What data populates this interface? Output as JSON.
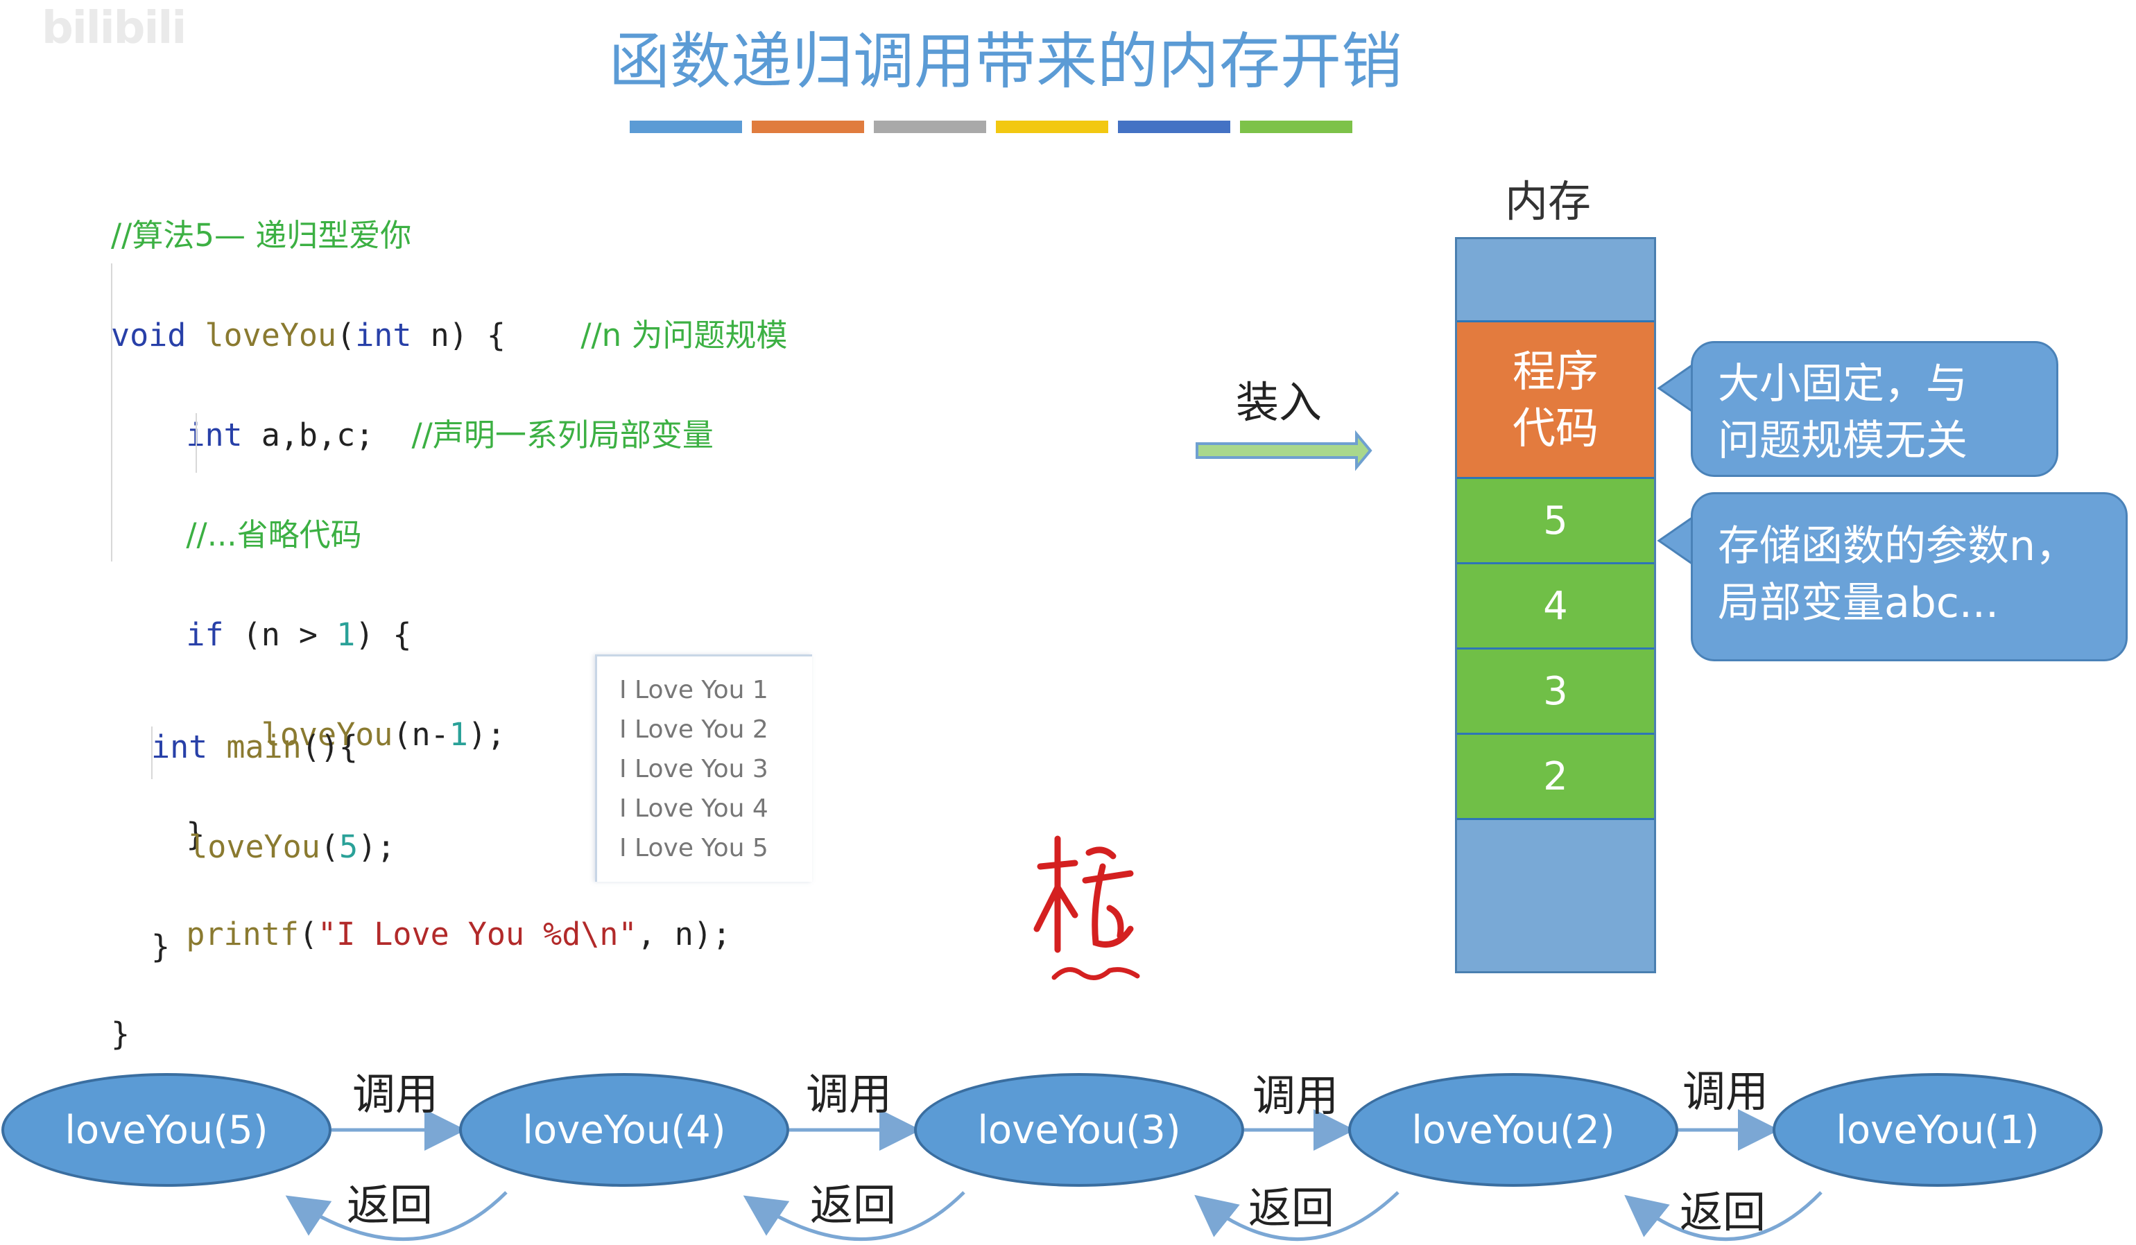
{
  "logo": "bilibili",
  "title": "函数递归调用带来的内存开销",
  "color_bar": [
    "#5b9bd5",
    "#e07c3e",
    "#a9a9a9",
    "#f2c811",
    "#4472c4",
    "#7dc249"
  ],
  "code": {
    "l1": "//算法5— 递归型爱你",
    "l2_kw": "void",
    "l2_fn": "loveYou",
    "l2_p1": "(",
    "l2_kw2": "int",
    "l2_p2": " n) {",
    "l2_cmt": "//n 为问题规模",
    "l3_kw": "int",
    "l3_txt": " a,b,c;",
    "l3_cmt": "//声明一系列局部变量",
    "l4": "//...省略代码",
    "l5_kw": "if",
    "l5_a": " (n > ",
    "l5_num": "1",
    "l5_b": ") {",
    "l6_fn": "loveYou",
    "l6_a": "(n-",
    "l6_num": "1",
    "l6_b": ");",
    "l7": "}",
    "l8_fn": "printf",
    "l8_a": "(",
    "l8_str": "\"I Love You %d\\n\"",
    "l8_b": ", n);",
    "l9": "}"
  },
  "main_code": {
    "m1_kw": "int",
    "m1_fn": " main",
    "m1_b": "(){",
    "m2_fn": "loveYou",
    "m2_a": "(",
    "m2_num": "5",
    "m2_b": ");",
    "m3": "}"
  },
  "output_lines": [
    "I Love You 1",
    "I Love You 2",
    "I Love You 3",
    "I Love You 4",
    "I Love You 5"
  ],
  "load_label": "装入",
  "memory": {
    "label": "内存",
    "cells": {
      "program_line1": "程序",
      "program_line2": "代码",
      "f5": "5",
      "f4": "4",
      "f3": "3",
      "f2": "2"
    },
    "callout_fixed": "大小固定，与问题规模无关",
    "callout_fixed_l1": "大小固定，与",
    "callout_fixed_l2": "问题规模无关",
    "callout_params_l1": "存储函数的参数n，",
    "callout_params_l2": "局部变量abc..."
  },
  "annotation": "栈",
  "call_chain": {
    "nodes": [
      "loveYou(5)",
      "loveYou(4)",
      "loveYou(3)",
      "loveYou(2)",
      "loveYou(1)"
    ],
    "call_label": "调用",
    "return_label": "返回"
  }
}
